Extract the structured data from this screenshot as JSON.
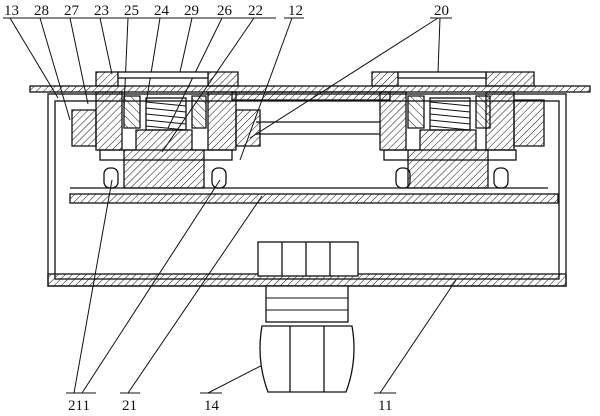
{
  "labels": {
    "l13": "13",
    "l28": "28",
    "l27": "27",
    "l23": "23",
    "l25": "25",
    "l24": "24",
    "l29": "29",
    "l26": "26",
    "l22": "22",
    "l12": "12",
    "l20": "20",
    "l211": "211",
    "l21": "21",
    "l14": "14",
    "l11": "11"
  }
}
